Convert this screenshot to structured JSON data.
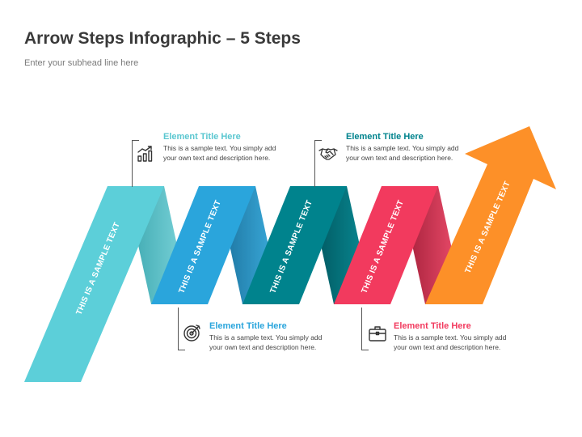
{
  "header": {
    "title": "Arrow Steps Infographic – 5 Steps",
    "subhead": "Enter your subhead line here"
  },
  "ribbons": [
    {
      "label": "THIS IS A SAMPLE TEXT",
      "color": "#5ccfd9"
    },
    {
      "label": "THIS IS A SAMPLE TEXT",
      "color": "#2aa5dc"
    },
    {
      "label": "THIS IS A SAMPLE TEXT",
      "color": "#00838d"
    },
    {
      "label": "THIS IS A SAMPLE TEXT",
      "color": "#f23a5e"
    },
    {
      "label": "THIS IS A SAMPLE TEXT",
      "color": "#fd9028"
    }
  ],
  "callouts": [
    {
      "title": "Element Title Here",
      "text": "This is a sample text. You simply add your own text and description here.",
      "color": "#5bc7d0",
      "icon": "chart-growth-icon"
    },
    {
      "title": "Element Title Here",
      "text": "This is a sample text. You simply add your own text and description here.",
      "color": "#2aa5dc",
      "icon": "target-icon"
    },
    {
      "title": "Element Title Here",
      "text": "This is a sample text. You simply add your own text and description here.",
      "color": "#00838d",
      "icon": "handshake-icon"
    },
    {
      "title": "Element Title Here",
      "text": "This is a sample text. You simply add your own text and description here.",
      "color": "#f23a5e",
      "icon": "briefcase-icon"
    }
  ]
}
